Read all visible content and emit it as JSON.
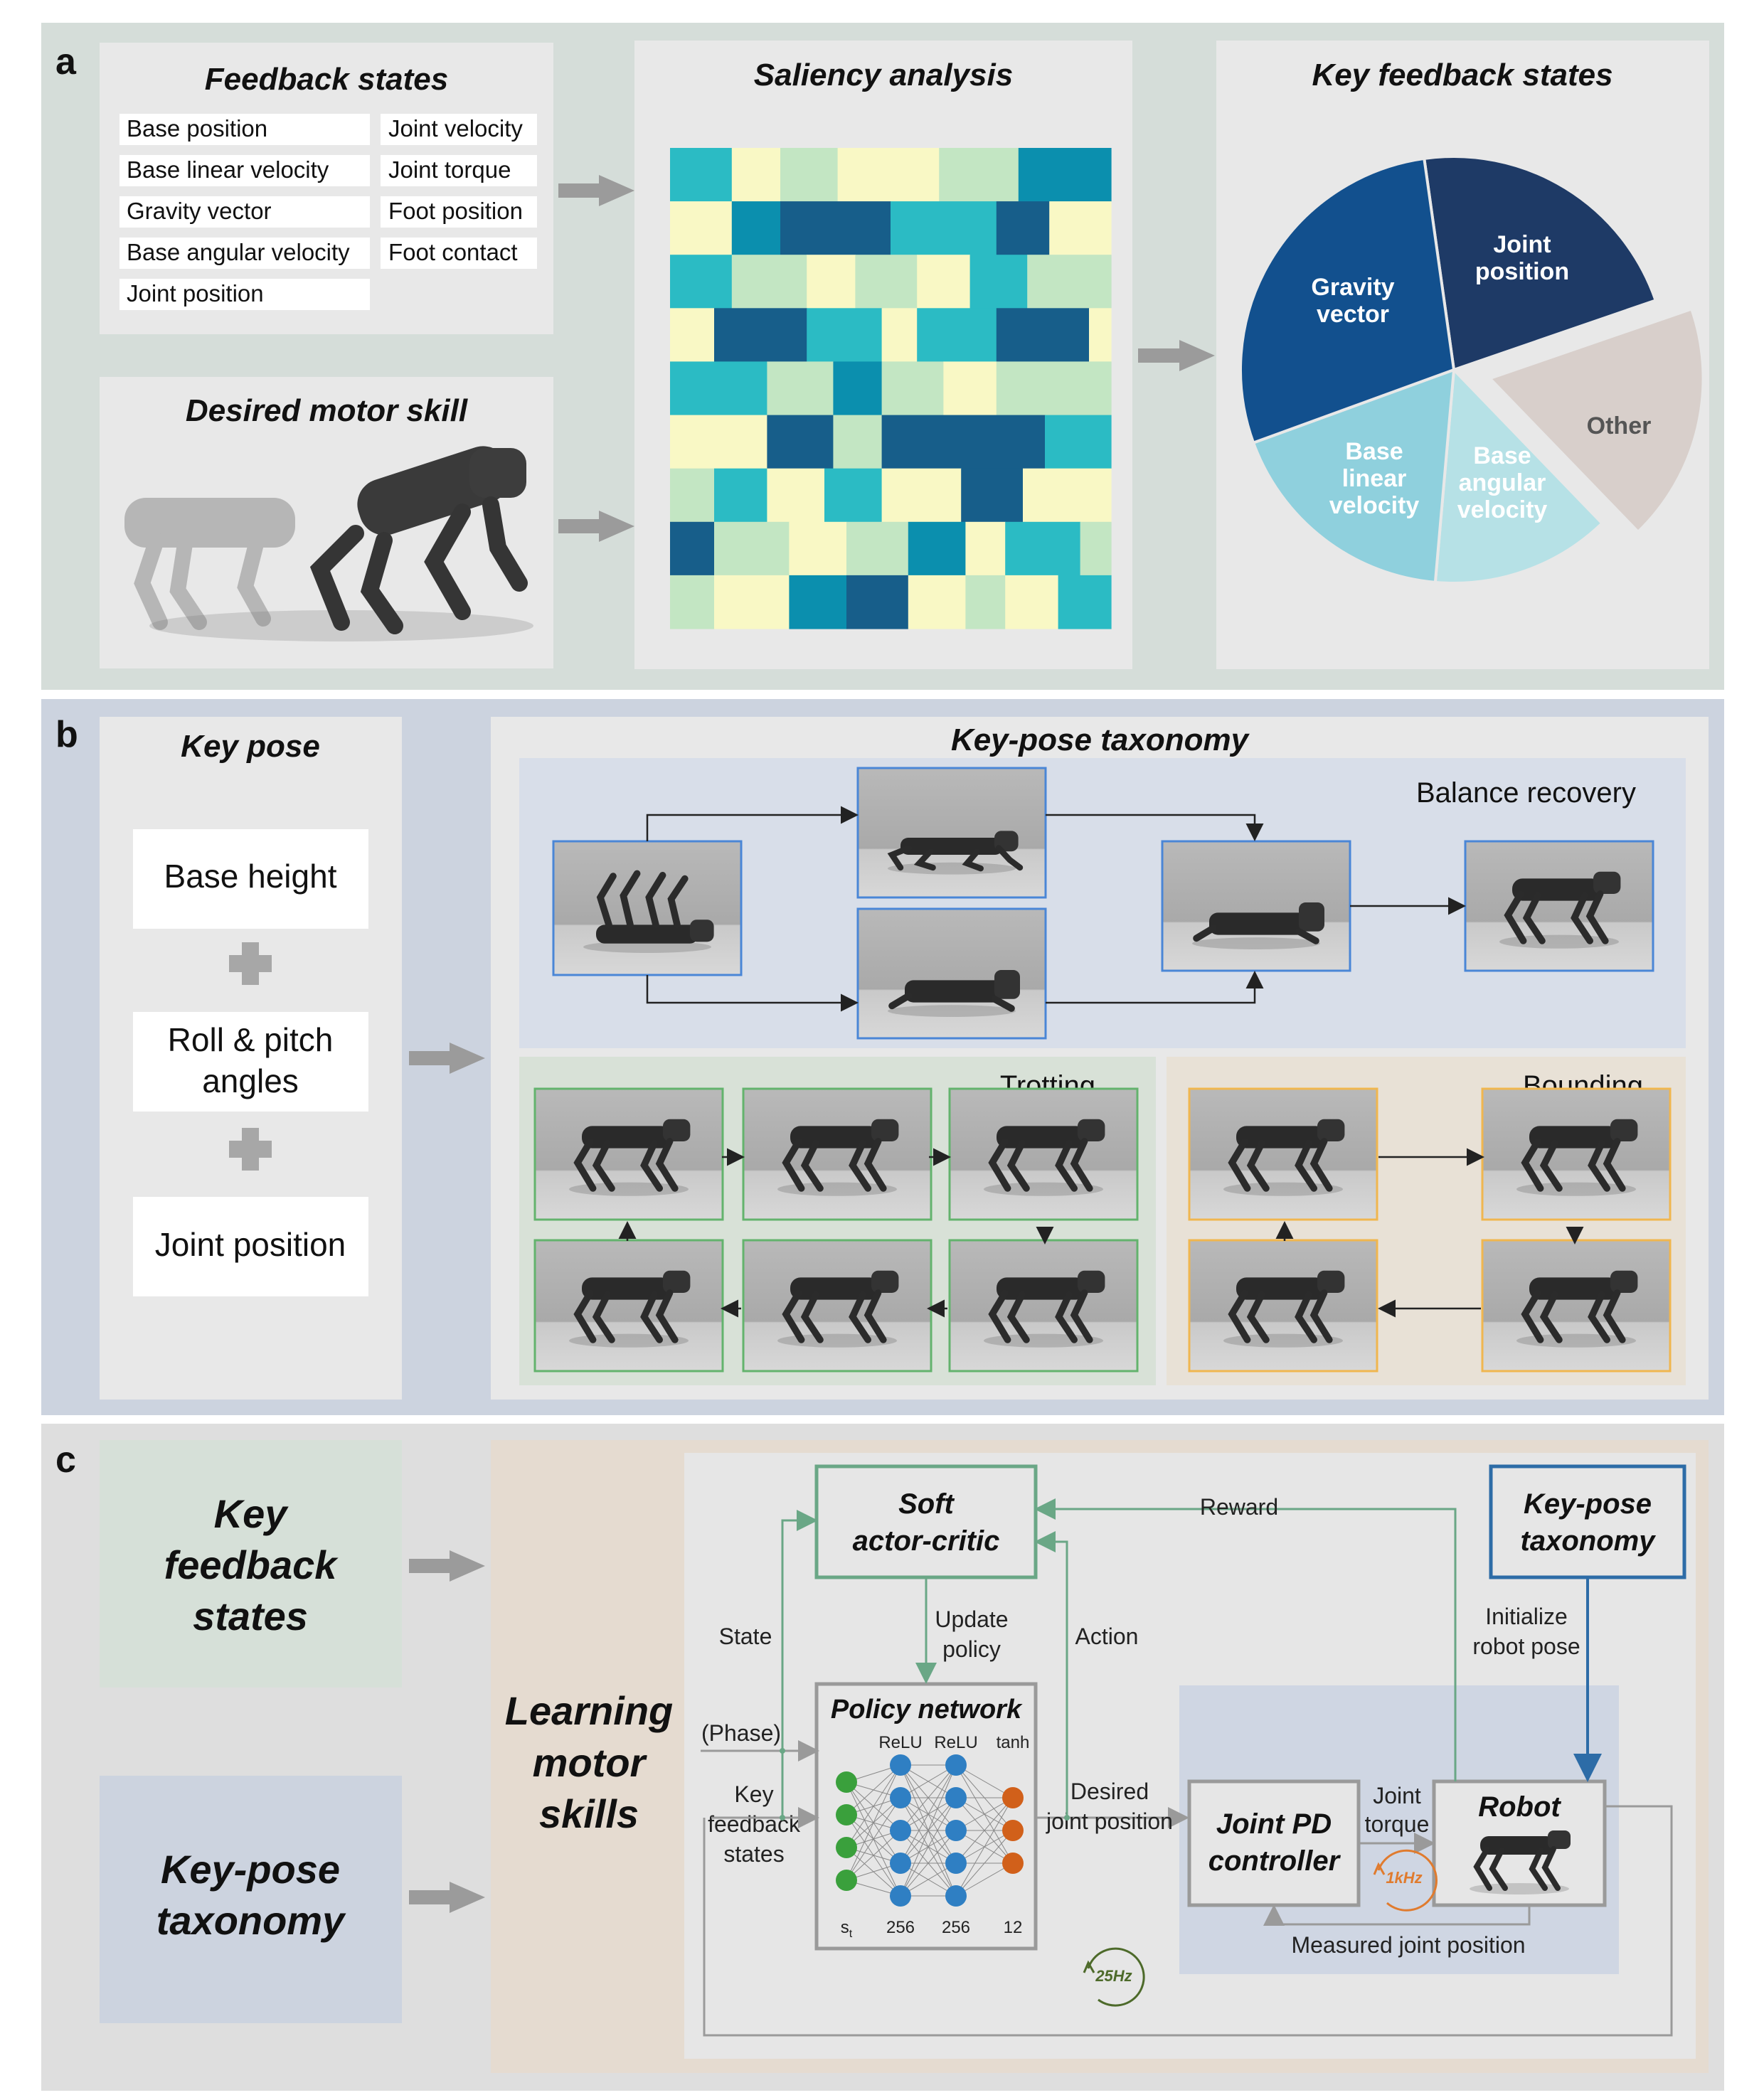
{
  "panel_a": {
    "letter": "a",
    "feedback_title": "Feedback states",
    "feedback_left": [
      "Base position",
      "Base linear velocity",
      "Gravity vector",
      "Base angular velocity",
      "Joint position"
    ],
    "feedback_right": [
      "Joint velocity",
      "Joint torque",
      "Foot position",
      "Foot contact"
    ],
    "skill_title": "Desired motor skill",
    "saliency_title": "Saliency analysis",
    "key_title": "Key feedback states",
    "pie": [
      {
        "label": [
          "Joint",
          "position"
        ],
        "color": "#1e3a66"
      },
      {
        "label": [
          "Other"
        ],
        "color": "#d8cfcb",
        "text_color": "#555555"
      },
      {
        "label": [
          "Base",
          "angular",
          "velocity"
        ],
        "color": "#b6e1e6"
      },
      {
        "label": [
          "Base",
          "linear",
          "velocity"
        ],
        "color": "#8fd0dd"
      },
      {
        "label": [
          "Gravity",
          "vector"
        ],
        "color": "#12508e"
      }
    ],
    "colors": {
      "bg": "#d5ddd9",
      "box": "#e8e8e8",
      "heat": [
        "#f9f8c5",
        "#c3e6c3",
        "#2bbbc4",
        "#0b8fae",
        "#175e8a"
      ]
    }
  },
  "panel_b": {
    "letter": "b",
    "key_pose_title": "Key pose",
    "items": [
      "Base height",
      [
        "Roll & pitch",
        "angles"
      ],
      "Joint position"
    ],
    "taxonomy_title": "Key-pose taxonomy",
    "balance_label": "Balance recovery",
    "trotting_label": "Trotting",
    "bounding_label": "Bounding",
    "colors": {
      "bg": "#ccd3df",
      "balance_bg": "#d8dee9",
      "trot_bg": "#d8e1d7",
      "bound_bg": "#e8e1d6",
      "blue": "#4a86d6",
      "green": "#63b36d",
      "orange": "#f0b64f"
    }
  },
  "panel_c": {
    "letter": "c",
    "key_feedback": [
      "Key",
      "feedback",
      "states"
    ],
    "key_pose_tax": [
      "Key-pose",
      "taxonomy"
    ],
    "learning": [
      "Learning",
      "motor",
      "skills"
    ],
    "sac": [
      "Soft",
      "actor-critic"
    ],
    "tax_box": [
      "Key-pose",
      "taxonomy"
    ],
    "reward": "Reward",
    "state": "State",
    "update_policy": [
      "Update",
      "policy"
    ],
    "action": "Action",
    "initialize": [
      "Initialize",
      "robot pose"
    ],
    "policy_title": "Policy network",
    "activations": [
      "ReLU",
      "ReLU",
      "tanh"
    ],
    "layer_sizes": [
      "s",
      "256",
      "256",
      "12"
    ],
    "state_subscript": "t",
    "phase": "(Phase)",
    "key_fb_input": [
      "Key",
      "feedback",
      "states"
    ],
    "desired": [
      "Desired",
      "joint position"
    ],
    "pd": [
      "Joint PD",
      "controller"
    ],
    "joint_torque": [
      "Joint",
      "torque"
    ],
    "robot": "Robot",
    "freq_inner": "1kHz",
    "freq_outer": "25Hz",
    "measured": "Measured joint position",
    "colors": {
      "bg": "#dedede",
      "learning_bg": "#e5dbd0",
      "inner_bg": "#e6e6e6",
      "kfs_bg": "#d6e0d8",
      "kpt_bg": "#ccd3df",
      "green_line": "#6aa786",
      "blue_line": "#2d6ca7",
      "node_green": "#3aa03c",
      "node_blue": "#2f7fc3",
      "node_orange": "#d1601a",
      "pd_bg": "#cfd6e3"
    }
  }
}
